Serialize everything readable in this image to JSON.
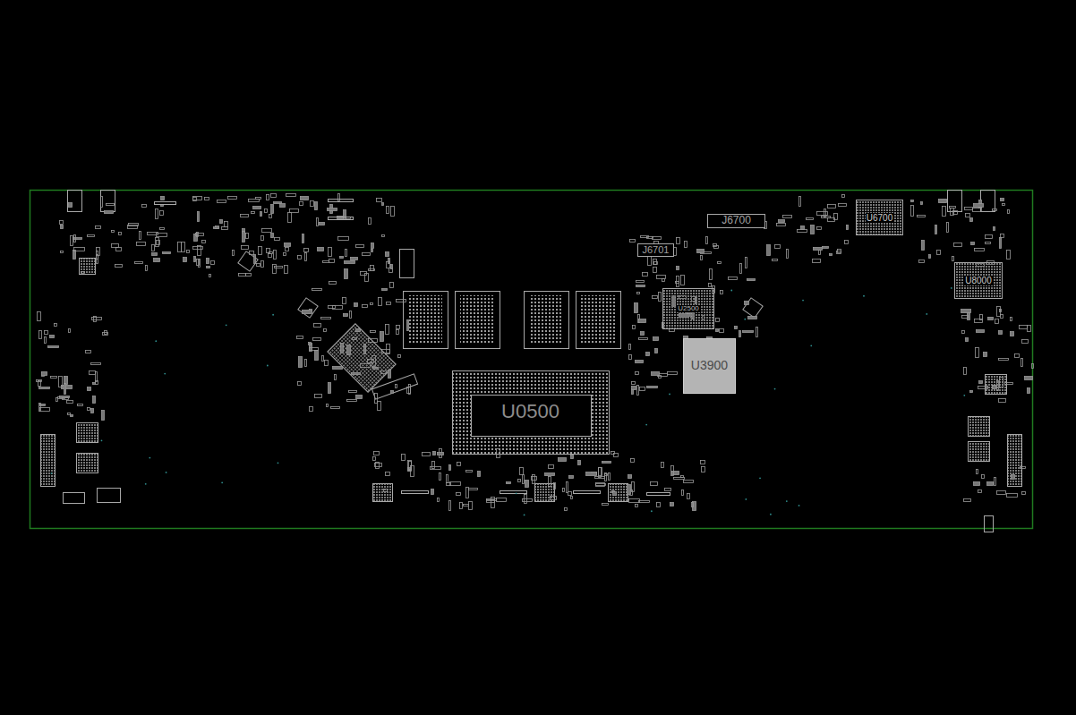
{
  "diagram": {
    "nodes": [
      {
        "text": [
          "U0500"
        ]
      },
      {
        "text": [
          "U3900"
        ]
      },
      {
        "text": [
          "J6700"
        ]
      },
      {
        "text": [
          "J6701"
        ]
      },
      {
        "text": [
          "U2500"
        ]
      },
      {
        "text": [
          "U6700"
        ]
      },
      {
        "text": [
          "U8000"
        ]
      }
    ]
  }
}
